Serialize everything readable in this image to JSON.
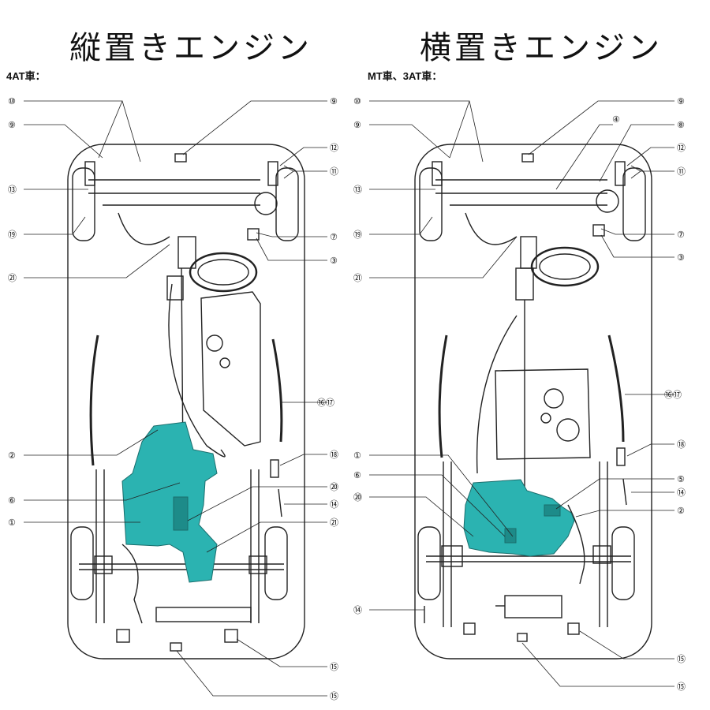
{
  "left_panel": {
    "title": "縦置きエンジン",
    "subtitle": "4AT車：",
    "callouts": [
      "⑩",
      "⑨",
      "⑬",
      "⑲",
      "㉑",
      "②",
      "⑥",
      "①",
      "⑨",
      "⑫",
      "⑪",
      "⑦",
      "③",
      "⑯⑰",
      "⑱",
      "⑳",
      "⑭",
      "㉑",
      "⑮",
      "⑮"
    ]
  },
  "right_panel": {
    "title": "横置きエンジン",
    "subtitle": "MT車、3AT車：",
    "callouts": [
      "⑩",
      "⑨",
      "⑬",
      "⑲",
      "㉑",
      "①",
      "⑥",
      "⑳",
      "⑭",
      "④",
      "⑨",
      "⑧",
      "⑫",
      "⑪",
      "⑦",
      "③",
      "⑯⑰",
      "⑱",
      "⑤",
      "⑭",
      "②",
      "⑮",
      "⑮"
    ]
  },
  "colors": {
    "highlight": "#2bb3b1",
    "line": "#222222",
    "background": "#ffffff"
  }
}
